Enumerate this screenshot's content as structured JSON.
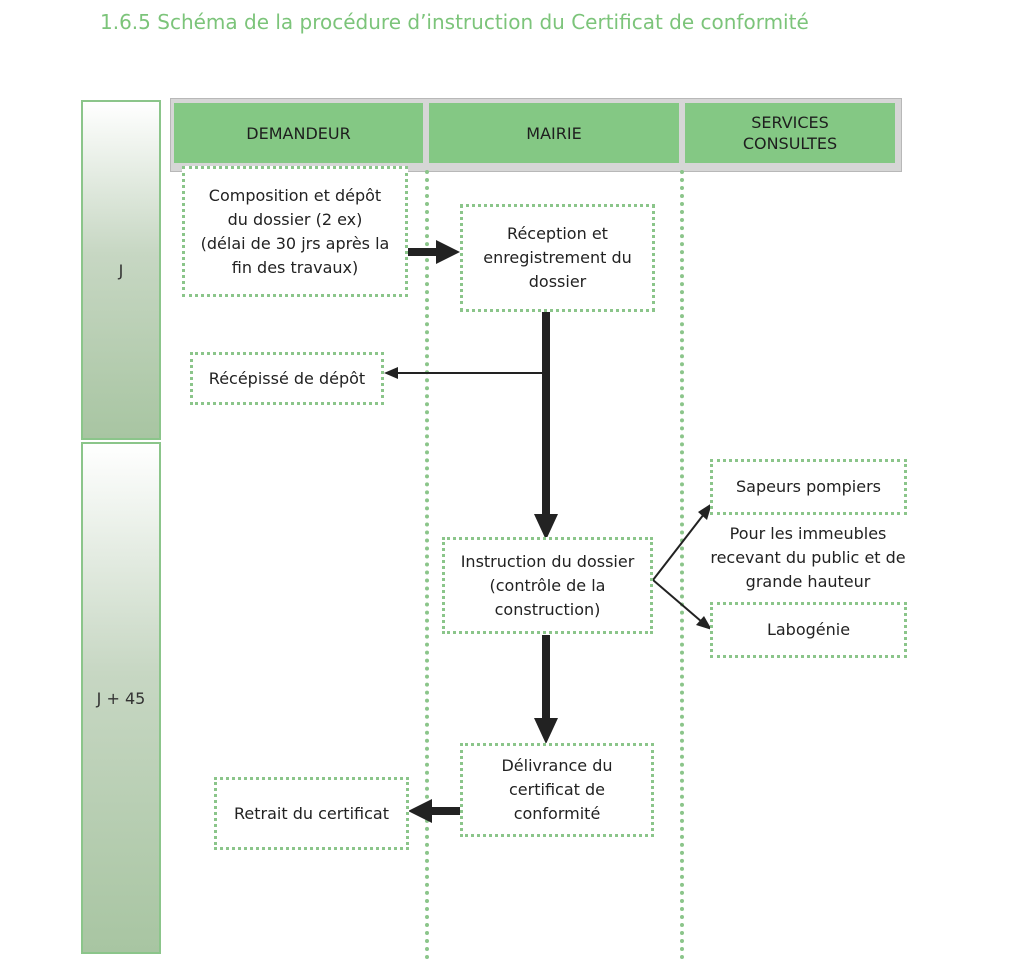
{
  "title": "1.6.5 Schéma de la procédure d’instruction du Certificat de conformité",
  "phases": {
    "j": "J",
    "j45": "J + 45"
  },
  "lanes": {
    "demandeur": "DEMANDEUR",
    "mairie": "MAIRIE",
    "services_line1": "SERVICES",
    "services_line2": "CONSULTES"
  },
  "steps": {
    "composition": [
      "Composition et dépôt",
      "du dossier (2 ex)",
      "(délai de 30 jrs après la",
      "fin des travaux)"
    ],
    "reception": [
      "Réception et",
      "enregistrement du",
      "dossier"
    ],
    "recepisse": "Récépissé de dépôt",
    "instruction": [
      "Instruction du dossier",
      "(contrôle de la",
      "construction)"
    ],
    "sapeurs": "Sapeurs pompiers",
    "immeubles_note": [
      "Pour les immeubles",
      "recevant du public et de",
      "grande hauteur"
    ],
    "labogenie": "Labogénie",
    "delivrance": [
      "Délivrance du",
      "certificat de",
      "conformité"
    ],
    "retrait": "Retrait du certificat"
  },
  "colors": {
    "title_green": "#7cc47a",
    "header_green": "#84c884",
    "border_green": "#8bc58a",
    "arrow": "#222222"
  }
}
